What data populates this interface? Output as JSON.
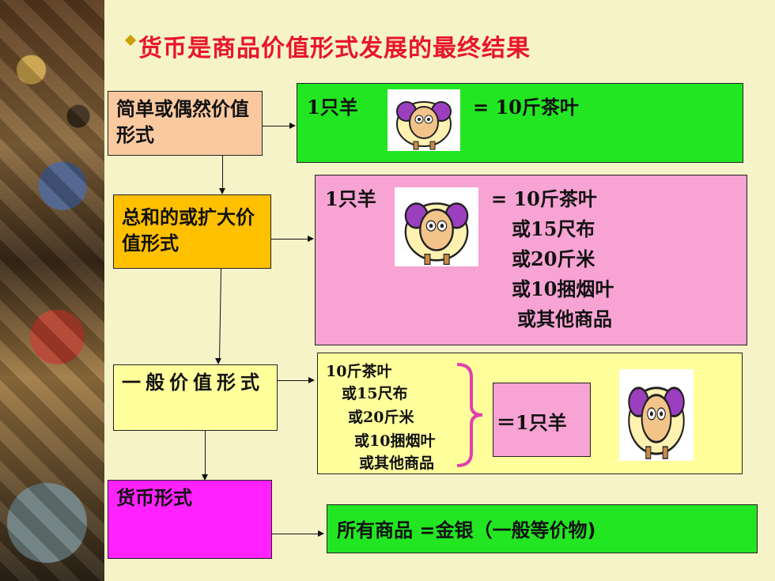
{
  "title": "货币是商品价值形式发展的最终结果",
  "stages": {
    "s1": "简单或偶然价值形式",
    "s2": "总和的或扩大价值形式",
    "s3": "一般价值形式",
    "s4": "货币形式"
  },
  "box1": {
    "left": "1只羊",
    "right": "= 10斤茶叶"
  },
  "box2": {
    "left": "1只羊",
    "lines": [
      "= 10斤茶叶",
      "或15尺布",
      "或20斤米",
      "或10捆烟叶",
      "或其他商品"
    ]
  },
  "box3": {
    "lines": [
      "10斤茶叶",
      "或15尺布",
      "或20斤米",
      "或10捆烟叶",
      "或其他商品"
    ],
    "equals": "＝1只羊"
  },
  "box4": {
    "text": "所有商品 =金银（一般等价物)"
  },
  "colors": {
    "green": "#22e622",
    "pink": "#f7a3d3",
    "yellow": "#ffff9c",
    "orange": "#ffc000",
    "peach": "#fbc9a0",
    "magenta": "#ff22ff",
    "title": "#e8162b"
  },
  "icons": {
    "sheep": "sheep-image",
    "bullet": "diamond-bullet"
  }
}
